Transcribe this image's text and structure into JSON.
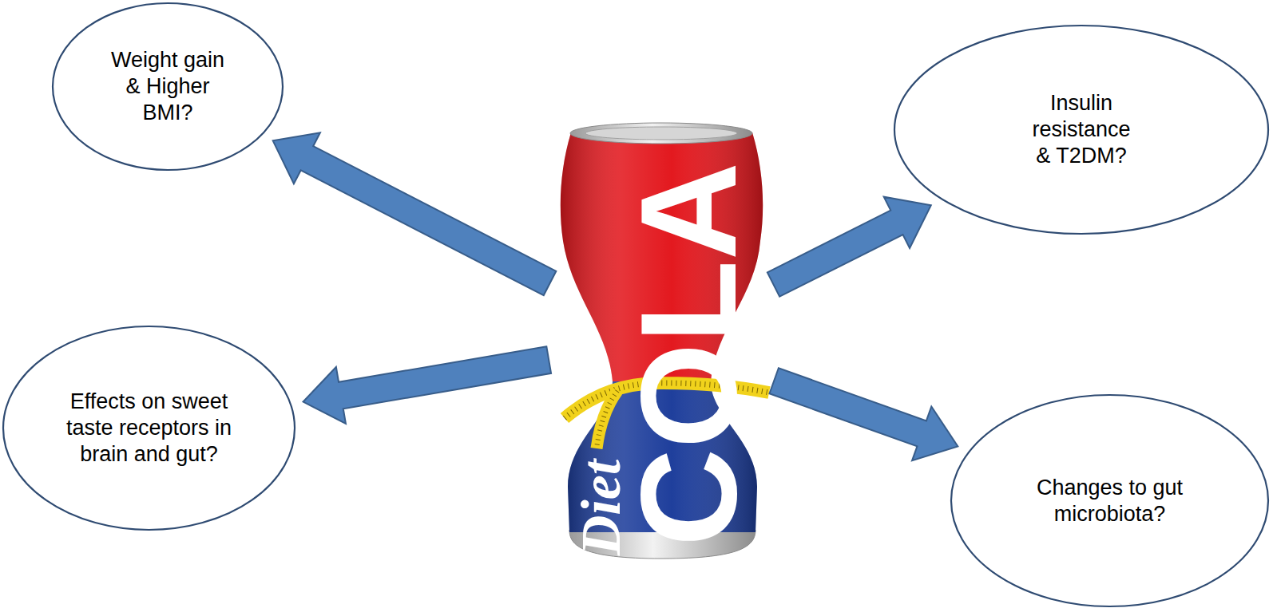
{
  "diagram": {
    "nodes": [
      {
        "text": [
          "Weight gain & Higher BMI?"
        ]
      },
      {
        "text": [
          "Insulin resistance & T2DM?"
        ]
      },
      {
        "text": [
          "Diet",
          "COLA"
        ]
      },
      {
        "text": [
          "Effects on sweet taste receptors in brain and gut?"
        ]
      },
      {
        "text": [
          "Changes to gut microbiota?"
        ]
      }
    ],
    "edges": [
      {
        "from": 2,
        "to": 0,
        "arrow": "to"
      },
      {
        "from": 2,
        "to": 1,
        "arrow": "to"
      },
      {
        "from": 2,
        "to": 3,
        "arrow": "to"
      },
      {
        "from": 2,
        "to": 4,
        "arrow": "to"
      }
    ]
  }
}
